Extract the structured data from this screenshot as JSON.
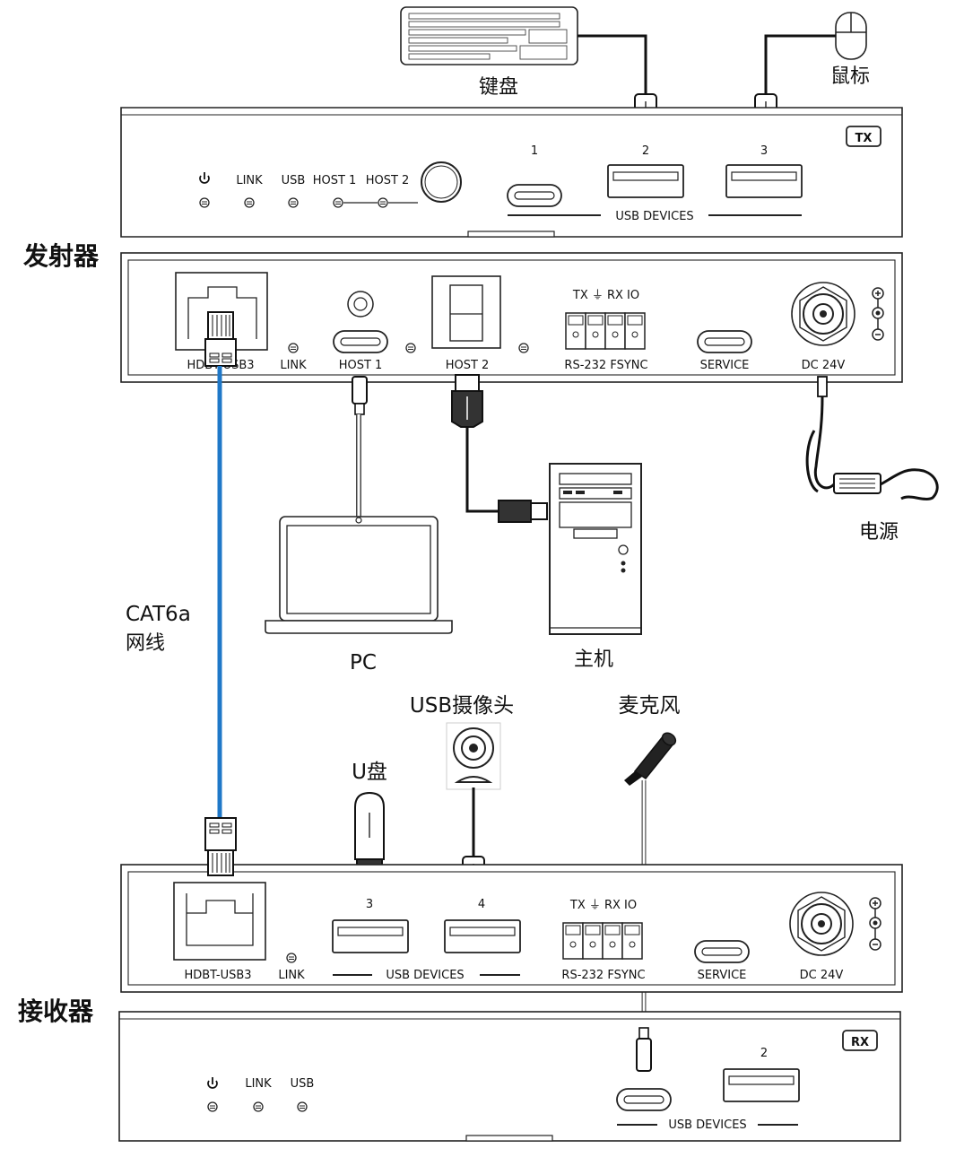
{
  "labels": {
    "keyboard": "键盘",
    "mouse": "鼠标",
    "transmitter": "发射器",
    "receiver": "接收器",
    "power": "电源",
    "pc": "PC",
    "host": "主机",
    "cat6a_line1": "CAT6a",
    "cat6a_line2": "网线",
    "usb_camera": "USB摄像头",
    "usb_disk": "U盘",
    "microphone": "麦克风"
  },
  "tx_front": {
    "badge": "TX",
    "led_link": "LINK",
    "led_usb": "USB",
    "led_host1": "HOST 1",
    "led_host2": "HOST 2",
    "port1_num": "1",
    "port2_num": "2",
    "port3_num": "3",
    "usb_devices": "USB DEVICES"
  },
  "tx_rear": {
    "hdbt": "HDBT-USB3",
    "link": "LINK",
    "host1": "HOST 1",
    "host2": "HOST 2",
    "terminal_top": "TX ⏚ RX  IO",
    "rs232": "RS-232   FSYNC",
    "service": "SERVICE",
    "dc": "DC 24V"
  },
  "rx_rear": {
    "hdbt": "HDBT-USB3",
    "link": "LINK",
    "port3_num": "3",
    "port4_num": "4",
    "usb_devices": "USB DEVICES",
    "terminal_top": "TX ⏚ RX  IO",
    "rs232": "RS-232   FSYNC",
    "service": "SERVICE",
    "dc": "DC 24V"
  },
  "rx_front": {
    "badge": "RX",
    "led_link": "LINK",
    "led_usb": "USB",
    "port2_num": "2",
    "usb_devices": "USB DEVICES"
  },
  "colors": {
    "cat6a_cable": "#1f78c8",
    "outline": "#222222",
    "background": "#ffffff"
  }
}
